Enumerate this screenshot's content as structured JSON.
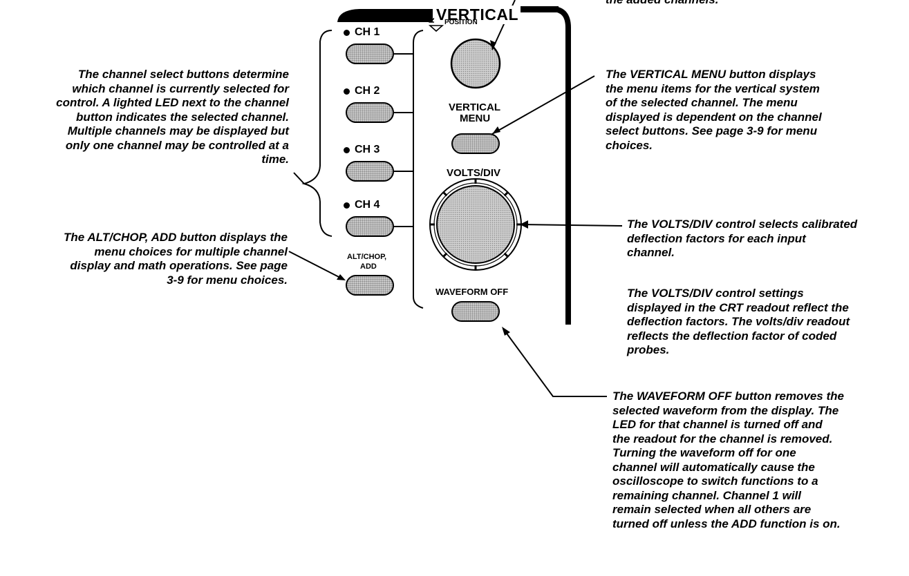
{
  "panel": {
    "section_label": "VERTICAL",
    "channels": [
      {
        "label": "CH 1"
      },
      {
        "label": "CH 2"
      },
      {
        "label": "CH 3"
      },
      {
        "label": "CH 4"
      }
    ],
    "position_label": "POSITION",
    "vertical_menu_label_1": "VERTICAL",
    "vertical_menu_label_2": "MENU",
    "volts_div_label": "VOLTS/DIV",
    "alt_chop_label_1": "ALT/CHOP,",
    "alt_chop_label_2": "ADD",
    "waveform_off_label": "WAVEFORM OFF"
  },
  "callouts": {
    "top_right_fragment": "the added channels.",
    "channel_select": [
      "The channel select buttons determine",
      "which channel is currently selected for",
      "control. A lighted LED next to the channel",
      "button indicates the selected channel.",
      "Multiple channels may be displayed but",
      "only one channel may be controlled at a",
      "time."
    ],
    "alt_chop": [
      "The ALT/CHOP, ADD  button displays the",
      "menu choices for multiple channel",
      "display and math operations.  See page",
      "3-9 for menu choices."
    ],
    "vertical_menu": [
      "The VERTICAL MENU button displays",
      "the menu items for the vertical system",
      "of the selected channel. The menu",
      "displayed is dependent on the channel",
      "select buttons. See page 3-9 for menu",
      "choices."
    ],
    "volts_div_1": [
      "The VOLTS/DIV control selects calibrated",
      "deflection factors for each input",
      "channel."
    ],
    "volts_div_2": [
      "The VOLTS/DIV control settings",
      "displayed in the CRT readout reflect the",
      "deflection factors. The volts/div readout",
      "reflects the deflection factor of coded",
      "probes."
    ],
    "waveform_off": [
      "The WAVEFORM OFF button removes the",
      "selected waveform from the display. The",
      "LED for that channel is turned off and",
      "the readout for the channel is removed.",
      "Turning  the waveform off for one",
      "channel will automatically cause the",
      "oscilloscope to switch functions to a",
      "remaining channel. Channel 1 will",
      "remain selected when all others are",
      "turned off unless the ADD function is on."
    ]
  }
}
